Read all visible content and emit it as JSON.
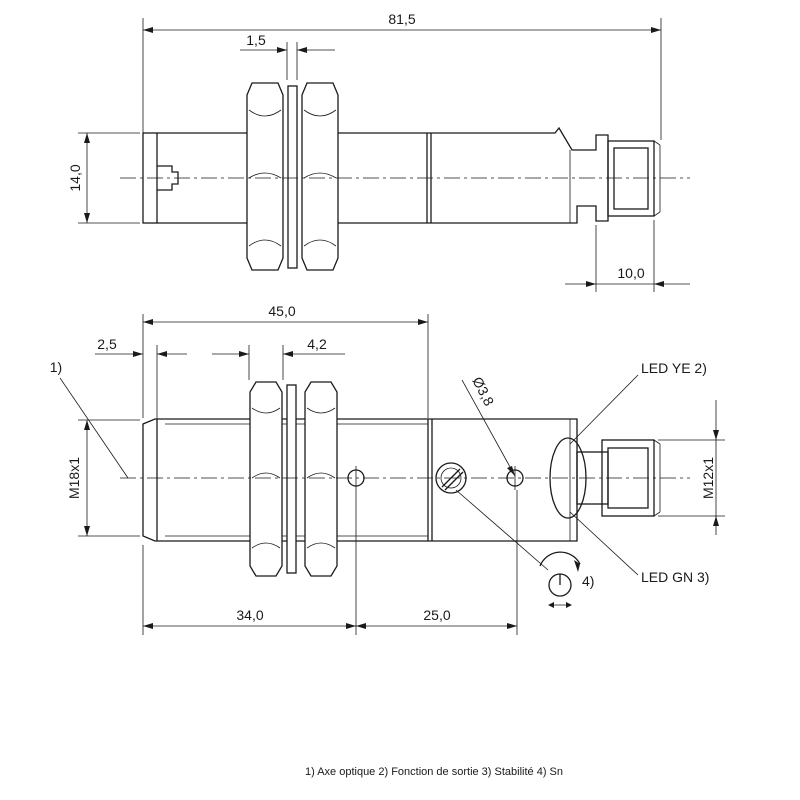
{
  "top_view": {
    "dim_total_length": "81,5",
    "dim_nut_gap": "1,5",
    "dim_height": "14,0",
    "dim_connector_length": "10,0"
  },
  "side_view": {
    "dim_body_length": "45,0",
    "dim_thread_start": "2,5",
    "dim_nut_width": "4,2",
    "dim_thread_main": "M18x1",
    "dim_thread_connector": "M12x1",
    "dim_hole_diameter": "Ø3,8",
    "dim_front_to_hole": "34,0",
    "dim_hole_to_pot": "25,0"
  },
  "callouts": {
    "optical_axis_number": "1)",
    "led_yellow": "LED YE 2)",
    "led_green": "LED GN 3)",
    "adjust_number": "4)"
  },
  "legend": {
    "text": "1) Axe optique  2) Fonction de sortie  3) Stabilité  4) Sn"
  },
  "icons": {
    "adjust": "potentiometer-adjust-icon"
  }
}
